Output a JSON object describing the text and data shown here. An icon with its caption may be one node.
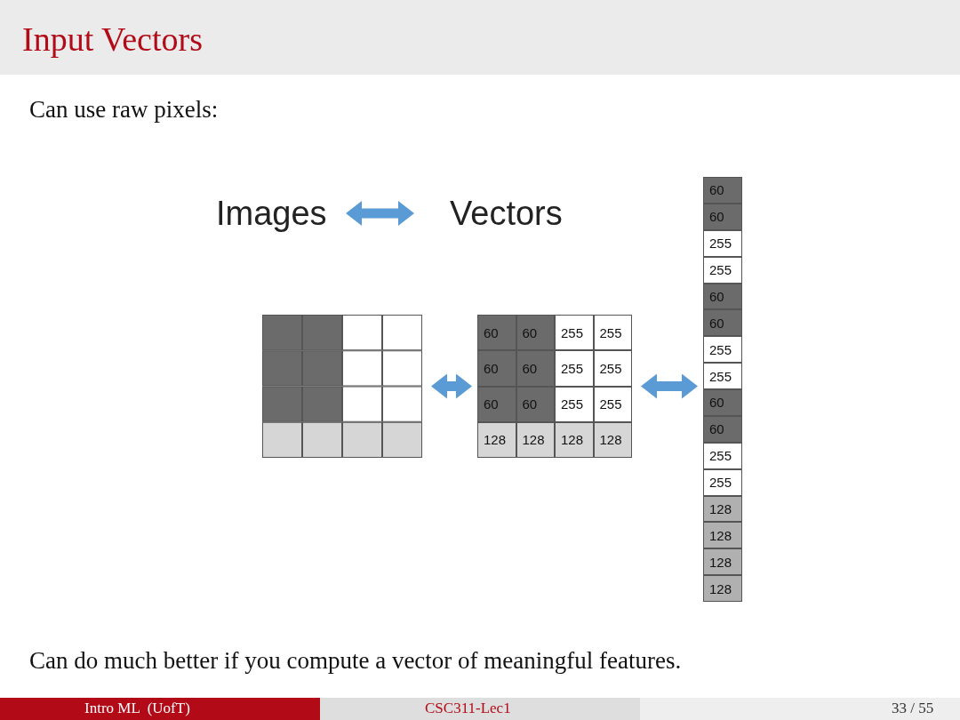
{
  "diagram": {
    "title": "Input Vectors",
    "nodes": [
      {
        "text": [
          "Images"
        ]
      },
      {
        "text": [
          "Vectors"
        ]
      },
      {
        "text": [],
        "shape": "box"
      },
      {
        "text": [
          "60",
          "60",
          "255",
          "255",
          "60",
          "60",
          "255",
          "255",
          "60",
          "60",
          "255",
          "255",
          "128",
          "128",
          "128",
          "128"
        ]
      },
      {
        "text": [
          "60",
          "60",
          "255",
          "255",
          "60",
          "60",
          "255",
          "255",
          "60",
          "60",
          "255",
          "255",
          "128",
          "128",
          "128",
          "128"
        ]
      }
    ],
    "edges": [
      {
        "from": 0,
        "to": 1,
        "arrow": "both"
      },
      {
        "from": 2,
        "to": 3,
        "arrow": "both"
      },
      {
        "from": 3,
        "to": 4,
        "arrow": "both"
      }
    ],
    "labels": [
      "Can use raw pixels:",
      "Can do much better if you compute a vector of meaningful features.",
      "Intro ML  (UofT)",
      "CSC311-Lec1",
      "33 / 55"
    ]
  }
}
